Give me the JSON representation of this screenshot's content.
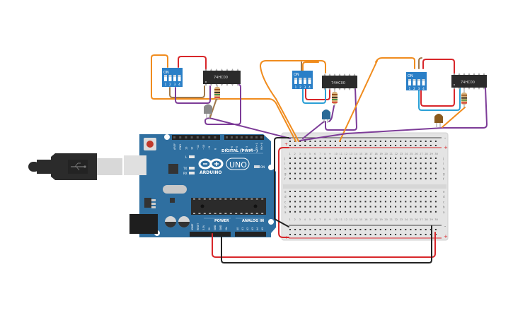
{
  "title": "Arduino UNO with three 74HC00 NAND gate circuits",
  "colors": {
    "arduino_board": "#2f6fa0",
    "breadboard": "#e6e6e6",
    "wire_orange": "#f08c1e",
    "wire_red": "#d8262a",
    "wire_purple": "#7d3c98",
    "wire_brown": "#a0784a",
    "wire_blue": "#2a9fd6",
    "wire_black": "#222222",
    "dip_switch": "#2a7fc7",
    "ic_body": "#2b2b2b",
    "led_gray": "#8a8a8a",
    "led_blue": "#2a6a96",
    "led_brown": "#8b5a1e"
  },
  "circuits": [
    {
      "id": "circuit-1",
      "ic_label": "74HC00",
      "dip": {
        "on_label": "ON",
        "switch_numbers": [
          "1",
          "2",
          "3",
          "4"
        ]
      },
      "led_color": "gray"
    },
    {
      "id": "circuit-2",
      "ic_label": "74HC00",
      "dip": {
        "on_label": "ON",
        "switch_numbers": [
          "1",
          "2",
          "3",
          "4"
        ]
      },
      "led_color": "blue"
    },
    {
      "id": "circuit-3",
      "ic_label": "74HC00",
      "dip": {
        "on_label": "ON",
        "switch_numbers": [
          "1",
          "2",
          "3",
          "4"
        ]
      },
      "led_color": "brown"
    }
  ],
  "arduino": {
    "brand": "ARDUINO",
    "model": "UNO",
    "digital_label": "DIGITAL (PWM~)",
    "digital_pins": [
      "AREF",
      "GND",
      "13",
      "12",
      "~11",
      "~10",
      "~9",
      "8",
      "7",
      "~6",
      "~5",
      "4",
      "~3",
      "2",
      "TX→1",
      "RX←0"
    ],
    "power_label": "POWER",
    "power_pins": [
      "IOREF",
      "RESET",
      "3.3V",
      "5V",
      "GND",
      "GND",
      "Vin"
    ],
    "analog_label": "ANALOG IN",
    "analog_pins": [
      "A0",
      "A1",
      "A2",
      "A3",
      "A4",
      "A5"
    ],
    "led_labels": {
      "l": "L",
      "tx": "TX",
      "rx": "RX",
      "on": "ON"
    }
  },
  "breadboard": {
    "columns": 30,
    "rows_top": [
      "j",
      "i",
      "h",
      "g",
      "f"
    ],
    "rows_bottom": [
      "e",
      "d",
      "c",
      "b",
      "a"
    ],
    "rail_minus": "-",
    "rail_plus": "+"
  }
}
